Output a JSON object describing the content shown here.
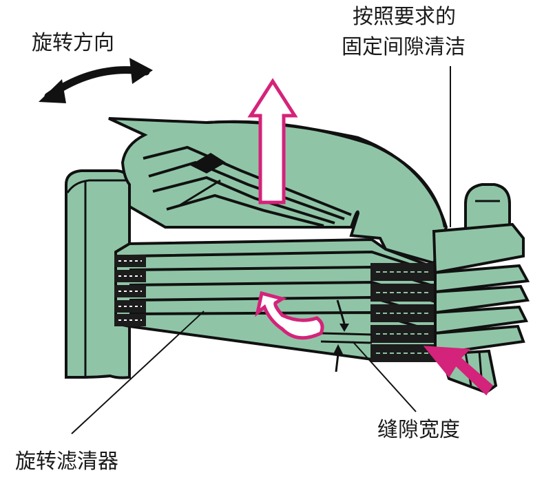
{
  "labels": {
    "rotation_direction": "旋转方向",
    "cleaning_line1": "按照要求的",
    "cleaning_line2": "固定间隙清洁",
    "gap_width": "缝隙宽度",
    "rotary_filter": "旋转滤清器"
  },
  "colors": {
    "body_fill": "#8fc5a6",
    "outline": "#111111",
    "flow_arrow": "#d4237a",
    "stripe_dark": "#1c1c1c"
  },
  "icons": {
    "rotation_arrow": "double-curved-arrow-icon",
    "outflow_arrow": "up-arrow-icon",
    "swirl_arrow": "curved-arrow-icon",
    "inflow_arrow": "diagonal-arrow-icon"
  }
}
